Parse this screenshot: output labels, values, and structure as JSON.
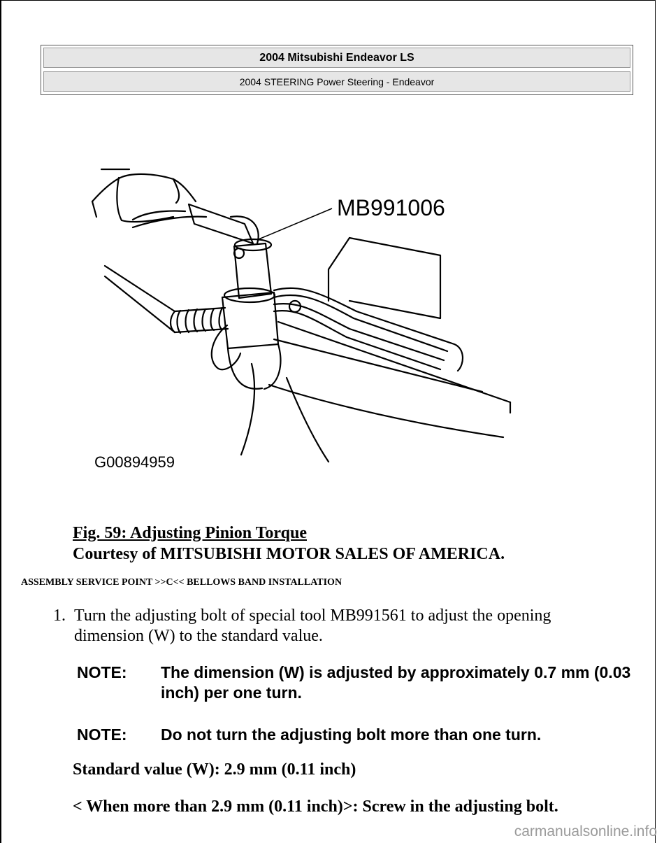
{
  "header": {
    "title": "2004 Mitsubishi Endeavor LS",
    "subtitle": "2004 STEERING Power Steering - Endeavor"
  },
  "figure": {
    "tool_label": "MB991006",
    "image_code": "G00894959"
  },
  "caption": {
    "title": "Fig. 59: Adjusting Pinion Torque",
    "courtesy": "Courtesy of MITSUBISHI MOTOR SALES OF AMERICA."
  },
  "section_heading": "ASSEMBLY SERVICE POINT >>C<< BELLOWS BAND INSTALLATION",
  "steps": [
    {
      "number": "1.",
      "text": "Turn the adjusting bolt of special tool MB991561 to adjust the opening dimension (W) to the standard value."
    }
  ],
  "notes": [
    {
      "label": "NOTE:",
      "text": "The dimension (W) is adjusted by approximately 0.7 mm (0.03 inch) per one turn."
    },
    {
      "label": "NOTE:",
      "text": "Do not turn the adjusting bolt more than one turn."
    }
  ],
  "standard_value": "Standard value (W): 2.9 mm (0.11 inch)",
  "condition": "< When more than 2.9 mm (0.11 inch)>: Screw in the adjusting bolt.",
  "watermark": "carmanualsonline.info"
}
